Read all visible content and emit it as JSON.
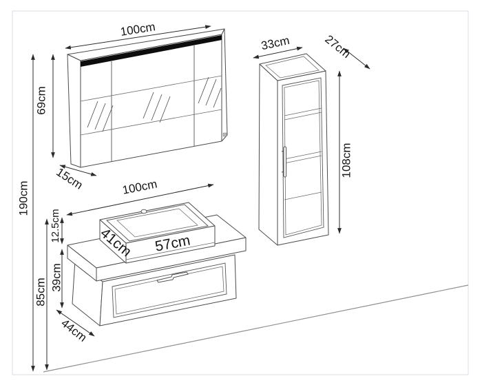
{
  "diagram": {
    "type": "furniture-dimension-drawing",
    "subject": "bathroom vanity set with mirror cabinet, tall side cabinet and washbasin unit",
    "items": {
      "total_height": "190cm",
      "mirror_cabinet": {
        "width": "100cm",
        "height": "69cm",
        "depth": "15cm"
      },
      "tall_cabinet": {
        "width": "33cm",
        "depth": "27cm",
        "height": "108cm"
      },
      "vanity": {
        "width": "100cm",
        "depth": "44cm",
        "cabinet_height": "39cm",
        "counter_height": "85cm",
        "basin": {
          "height": "12.5cm",
          "depth": "41cm",
          "width": "57cm"
        }
      }
    },
    "colors": {
      "line": "#4a4a4a",
      "led_strip": "#0d0d0d",
      "frame": "#e7e7f1",
      "floor_line": "#8f8f8f"
    }
  }
}
